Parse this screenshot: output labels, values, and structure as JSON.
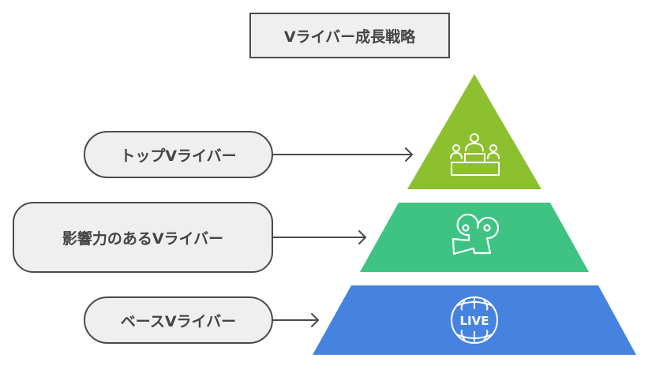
{
  "title": "Vライバー成長戦略",
  "colors": {
    "top": "#8dc02e",
    "middle": "#3ec383",
    "base": "#4683e0",
    "border": "#4a4a4a",
    "box_fill": "#efefef",
    "text": "#444444",
    "icon_stroke": "#ffffff"
  },
  "levels": [
    {
      "id": "top",
      "label": "トップVライバー",
      "icon": "podium-people-icon"
    },
    {
      "id": "middle",
      "label": "影響力のあるVライバー",
      "icon": "video-camera-icon"
    },
    {
      "id": "base",
      "label": "ベースVライバー",
      "icon": "live-globe-icon",
      "icon_text": "LIVE"
    }
  ]
}
